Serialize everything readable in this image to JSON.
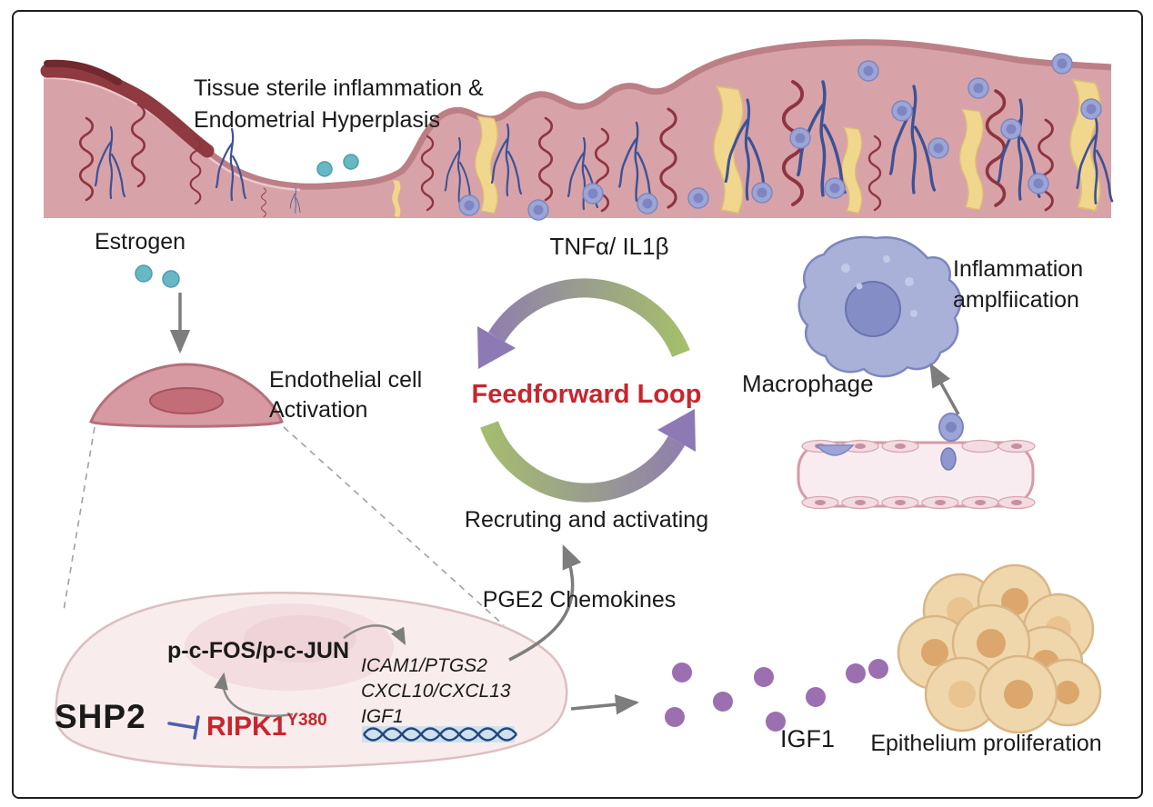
{
  "diagram": {
    "tissue": {
      "title_line1": "Tissue sterile inflammation &",
      "title_line2": "Endometrial Hyperplasis"
    },
    "estrogen_label": "Estrogen",
    "endothelial": {
      "line1": "Endothelial cell",
      "line2": "Activation"
    },
    "loop": {
      "cytokines": "TNFα/ IL1β",
      "title": "Feedforward Loop",
      "recruiting": "Recruting and activating"
    },
    "mediators_label": "PGE2 Chemokines",
    "macrophage_label": "Macrophage",
    "amplification": {
      "line1": "Inflammation",
      "line2": "amplfiication"
    },
    "cell": {
      "shp2": "SHP2",
      "ripk1": "RIPK1",
      "ripk1_site": "Y380",
      "ap1": "p-c-FOS/p-c-JUN",
      "genes": [
        "ICAM1/PTGS2",
        "CXCL10/CXCL13",
        "IGF1"
      ]
    },
    "igf1_label": "IGF1",
    "epithelium_label": "Epithelium proliferation"
  },
  "colors": {
    "accent_red": "#c9252d",
    "loop_green": "#a6c168",
    "loop_purple": "#8d79b4",
    "estrogen_teal": "#68b7c4",
    "igf1_dot_purple": "#9b6fb0",
    "inhibition_blue": "#4a5fae",
    "tissue_pink": "#d7a3a8",
    "cell_fill": "#f8ecec"
  }
}
